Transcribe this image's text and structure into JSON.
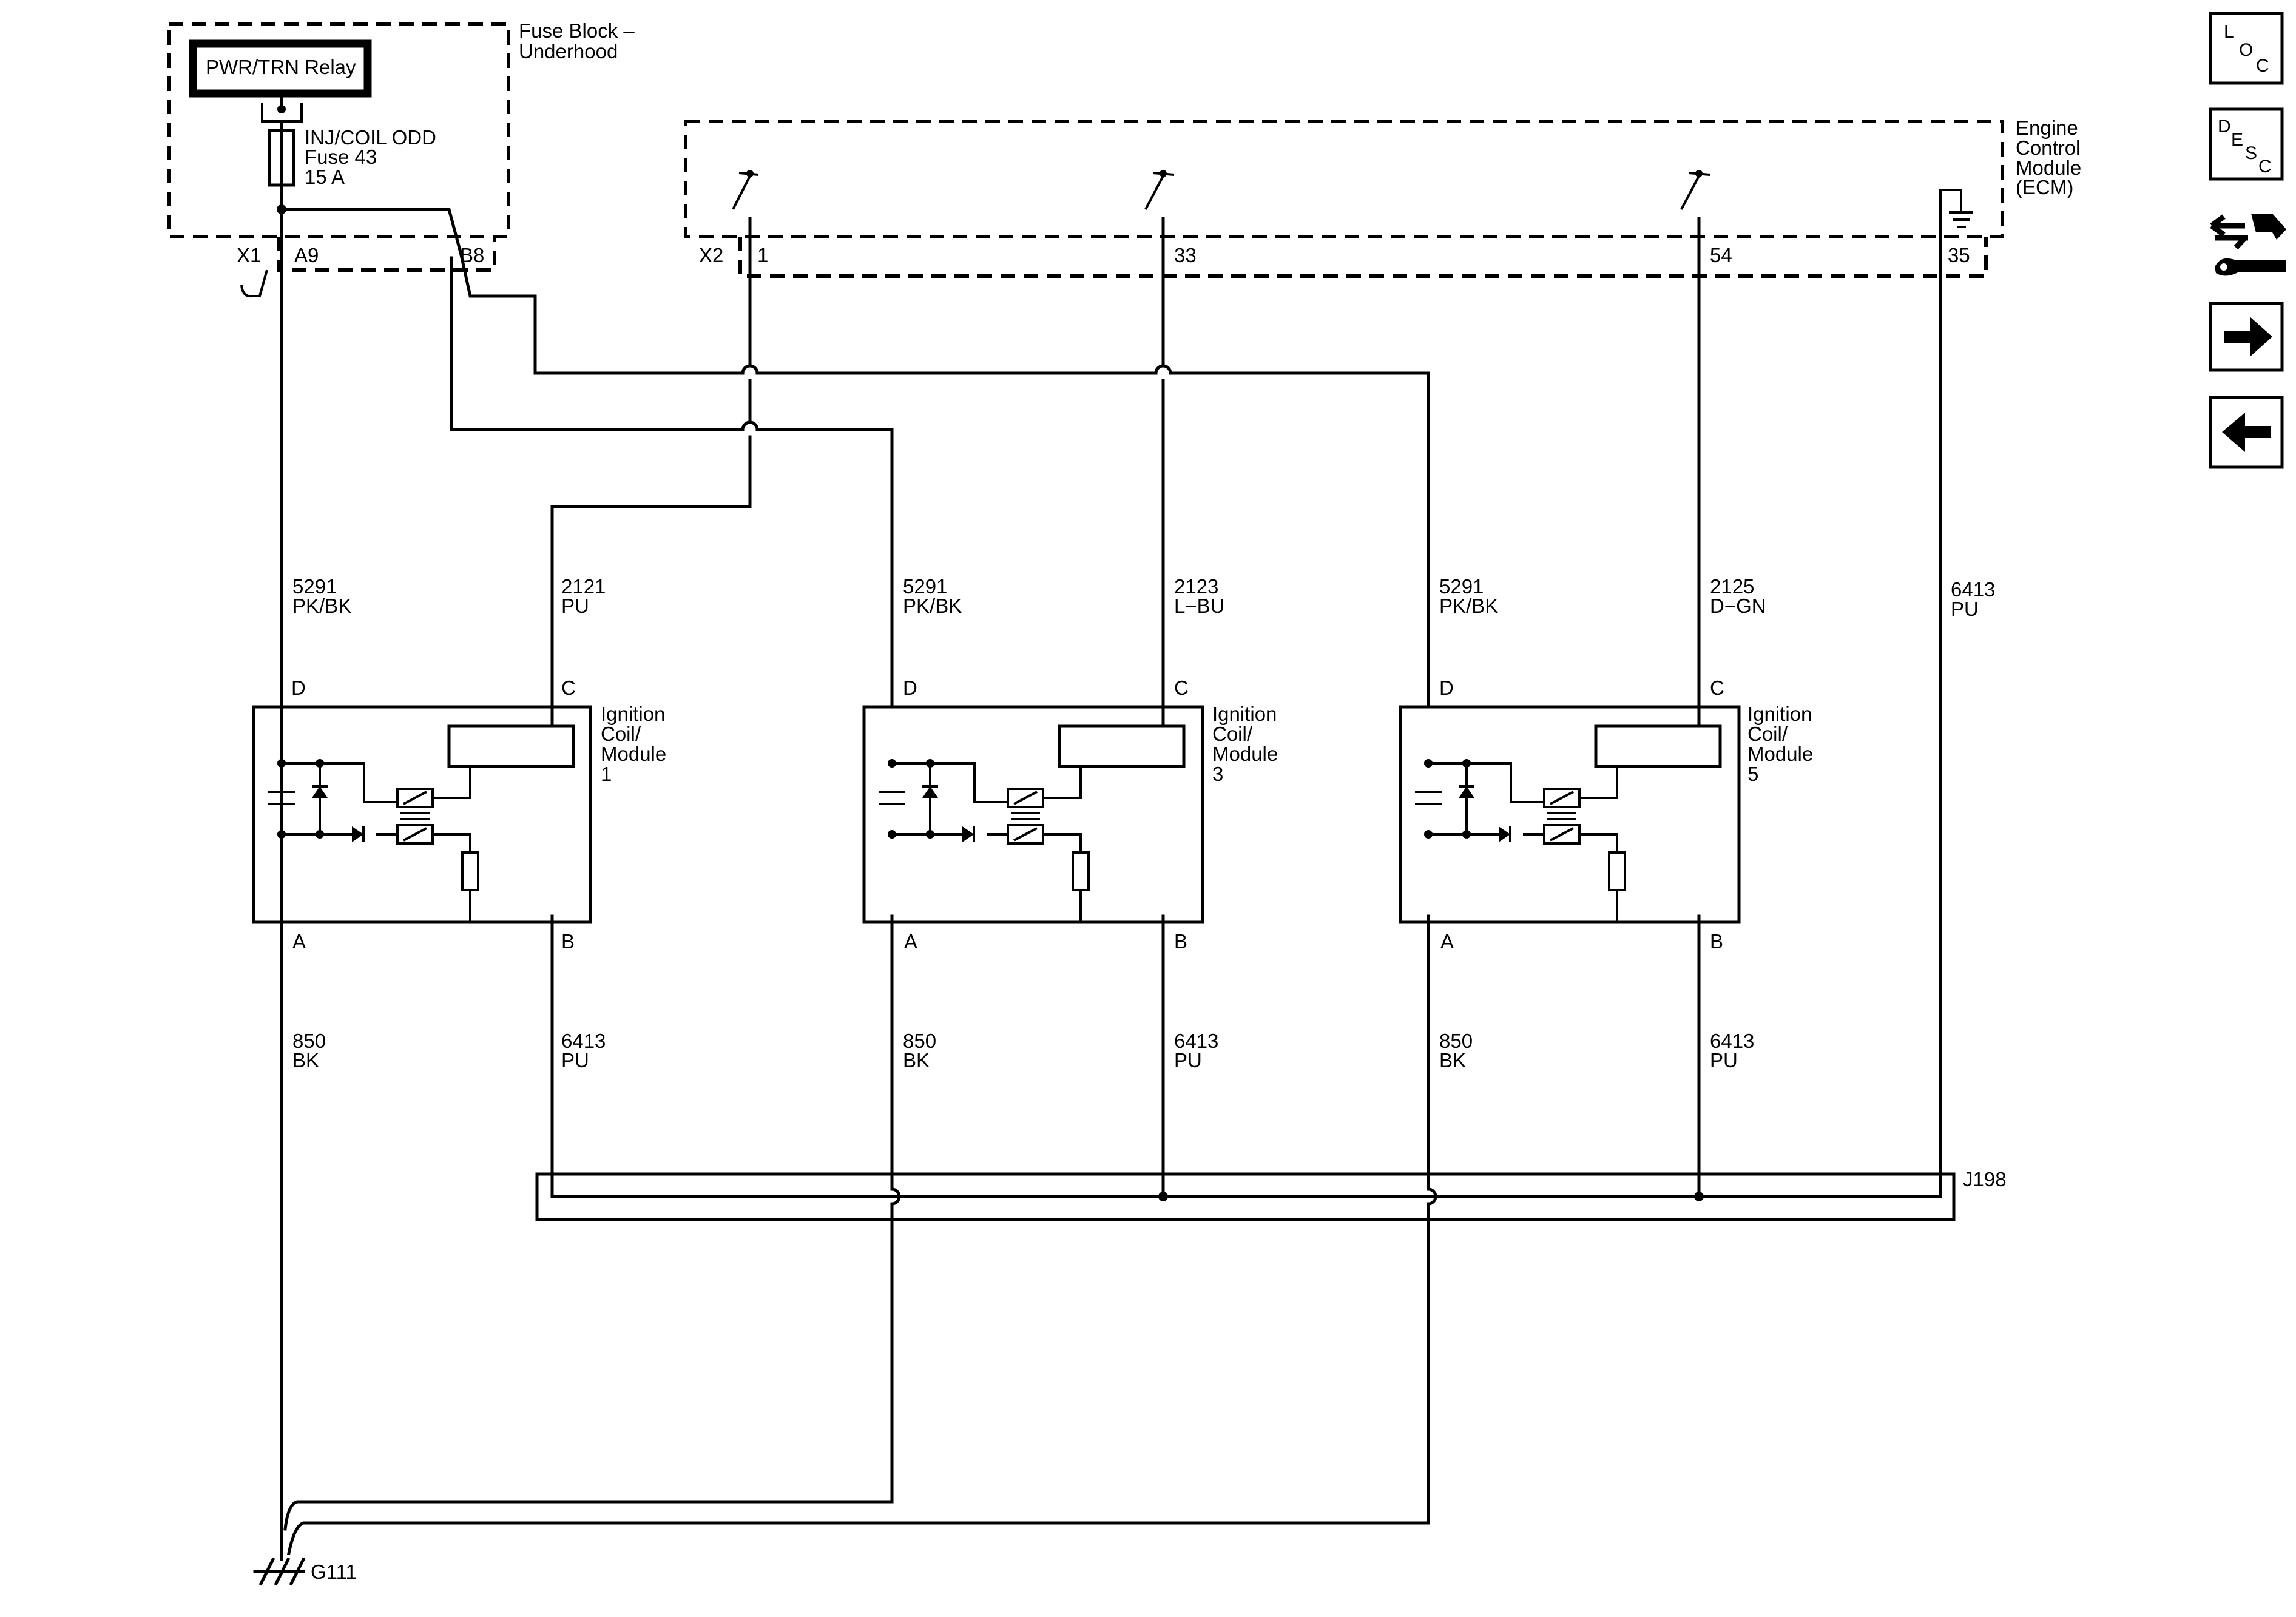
{
  "fuse_block": {
    "title_line1": "Fuse Block –",
    "title_line2": "Underhood",
    "relay_label": "PWR/TRN Relay",
    "fuse_line1": "INJ/COIL ODD",
    "fuse_line2": "Fuse 43",
    "fuse_line3": "15 A",
    "connector": "X1",
    "pin_a9": "A9",
    "pin_b8": "B8"
  },
  "ecm": {
    "title_lines": [
      "Engine",
      "Control",
      "Module",
      "(ECM)"
    ],
    "connector": "X2",
    "pins": [
      "1",
      "33",
      "54",
      "35"
    ]
  },
  "wires": {
    "w5291": {
      "circuit": "5291",
      "color": "PK/BK"
    },
    "w2121": {
      "circuit": "2121",
      "color": "PU"
    },
    "w2123": {
      "circuit": "2123",
      "color": "L−BU"
    },
    "w2125": {
      "circuit": "2125",
      "color": "D−GN"
    },
    "w6413": {
      "circuit": "6413",
      "color": "PU"
    },
    "w850": {
      "circuit": "850",
      "color": "BK"
    }
  },
  "coils": [
    {
      "name_lines": [
        "Ignition",
        "Coil/",
        "Module",
        "1"
      ],
      "pin_d": "D",
      "pin_c": "C",
      "pin_a": "A",
      "pin_b": "B"
    },
    {
      "name_lines": [
        "Ignition",
        "Coil/",
        "Module",
        "3"
      ],
      "pin_d": "D",
      "pin_c": "C",
      "pin_a": "A",
      "pin_b": "B"
    },
    {
      "name_lines": [
        "Ignition",
        "Coil/",
        "Module",
        "5"
      ],
      "pin_d": "D",
      "pin_c": "C",
      "pin_a": "A",
      "pin_b": "B"
    }
  ],
  "splice": "J198",
  "ground": "G111",
  "nav": {
    "loc": {
      "l1": "L",
      "l2": "O",
      "l3": "C"
    },
    "desc": {
      "l1": "D",
      "l2": "E",
      "l3": "S",
      "l4": "C"
    }
  }
}
